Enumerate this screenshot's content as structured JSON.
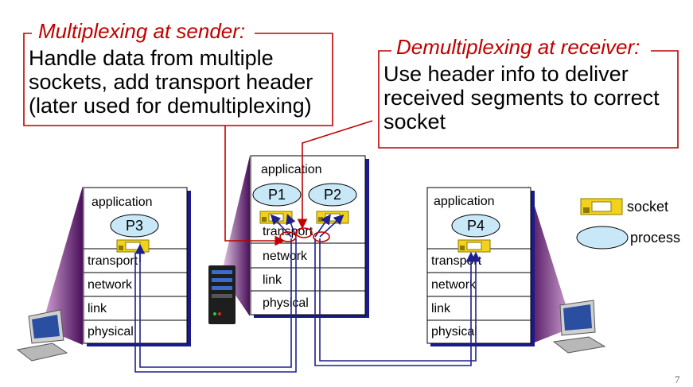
{
  "callouts": {
    "sender": {
      "title": "Multiplexing at sender:",
      "lines": [
        "Handle data from multiple",
        "sockets, add transport header",
        "(later used for demultiplexing)"
      ]
    },
    "receiver": {
      "title": "Demultiplexing at receiver:",
      "lines": [
        "Use header info to deliver",
        "received segments to correct",
        "socket"
      ]
    }
  },
  "hosts": {
    "left": {
      "layers": [
        "application",
        "transport",
        "network",
        "link",
        "physical"
      ],
      "process": "P3"
    },
    "middle": {
      "layers": [
        "application",
        "transport",
        "network",
        "link",
        "physical"
      ],
      "processes": [
        "P1",
        "P2"
      ]
    },
    "right": {
      "layers": [
        "application",
        "transport",
        "network",
        "link",
        "physical"
      ],
      "process": "P4"
    }
  },
  "legend": {
    "socket": "socket",
    "process": "process"
  },
  "page_number": "7",
  "colors": {
    "accent": "#c00000",
    "path": "#1f1f8f",
    "socket": "#f2d21c",
    "process": "#c8e8f8",
    "stack_shadow": "#1a1a8a",
    "wedge": "#7a2b7a"
  }
}
